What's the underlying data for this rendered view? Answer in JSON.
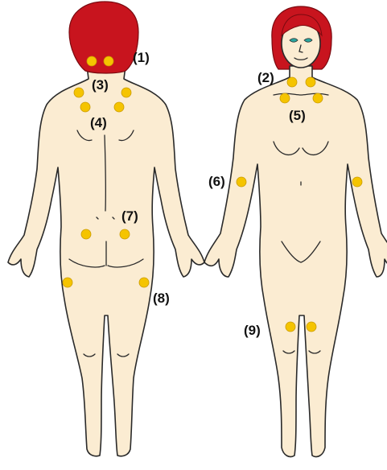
{
  "colors": {
    "skin": "#fbecd2",
    "hair": "#c8141e",
    "tender_point": "#f5c400",
    "outline": "#2a2a2a",
    "eyes": "#2aa7a0"
  },
  "figures": {
    "back": {
      "points": [
        {
          "label": "(1)",
          "count": 2
        },
        {
          "label": "(3)",
          "count": 2
        },
        {
          "label": "(4)",
          "count": 2
        },
        {
          "label": "(7)",
          "count": 2
        },
        {
          "label": "(8)",
          "count": 2
        }
      ]
    },
    "front": {
      "points": [
        {
          "label": "(2)",
          "count": 2
        },
        {
          "label": "(5)",
          "count": 2
        },
        {
          "label": "(6)",
          "count": 2
        },
        {
          "label": "(9)",
          "count": 2
        }
      ]
    }
  }
}
